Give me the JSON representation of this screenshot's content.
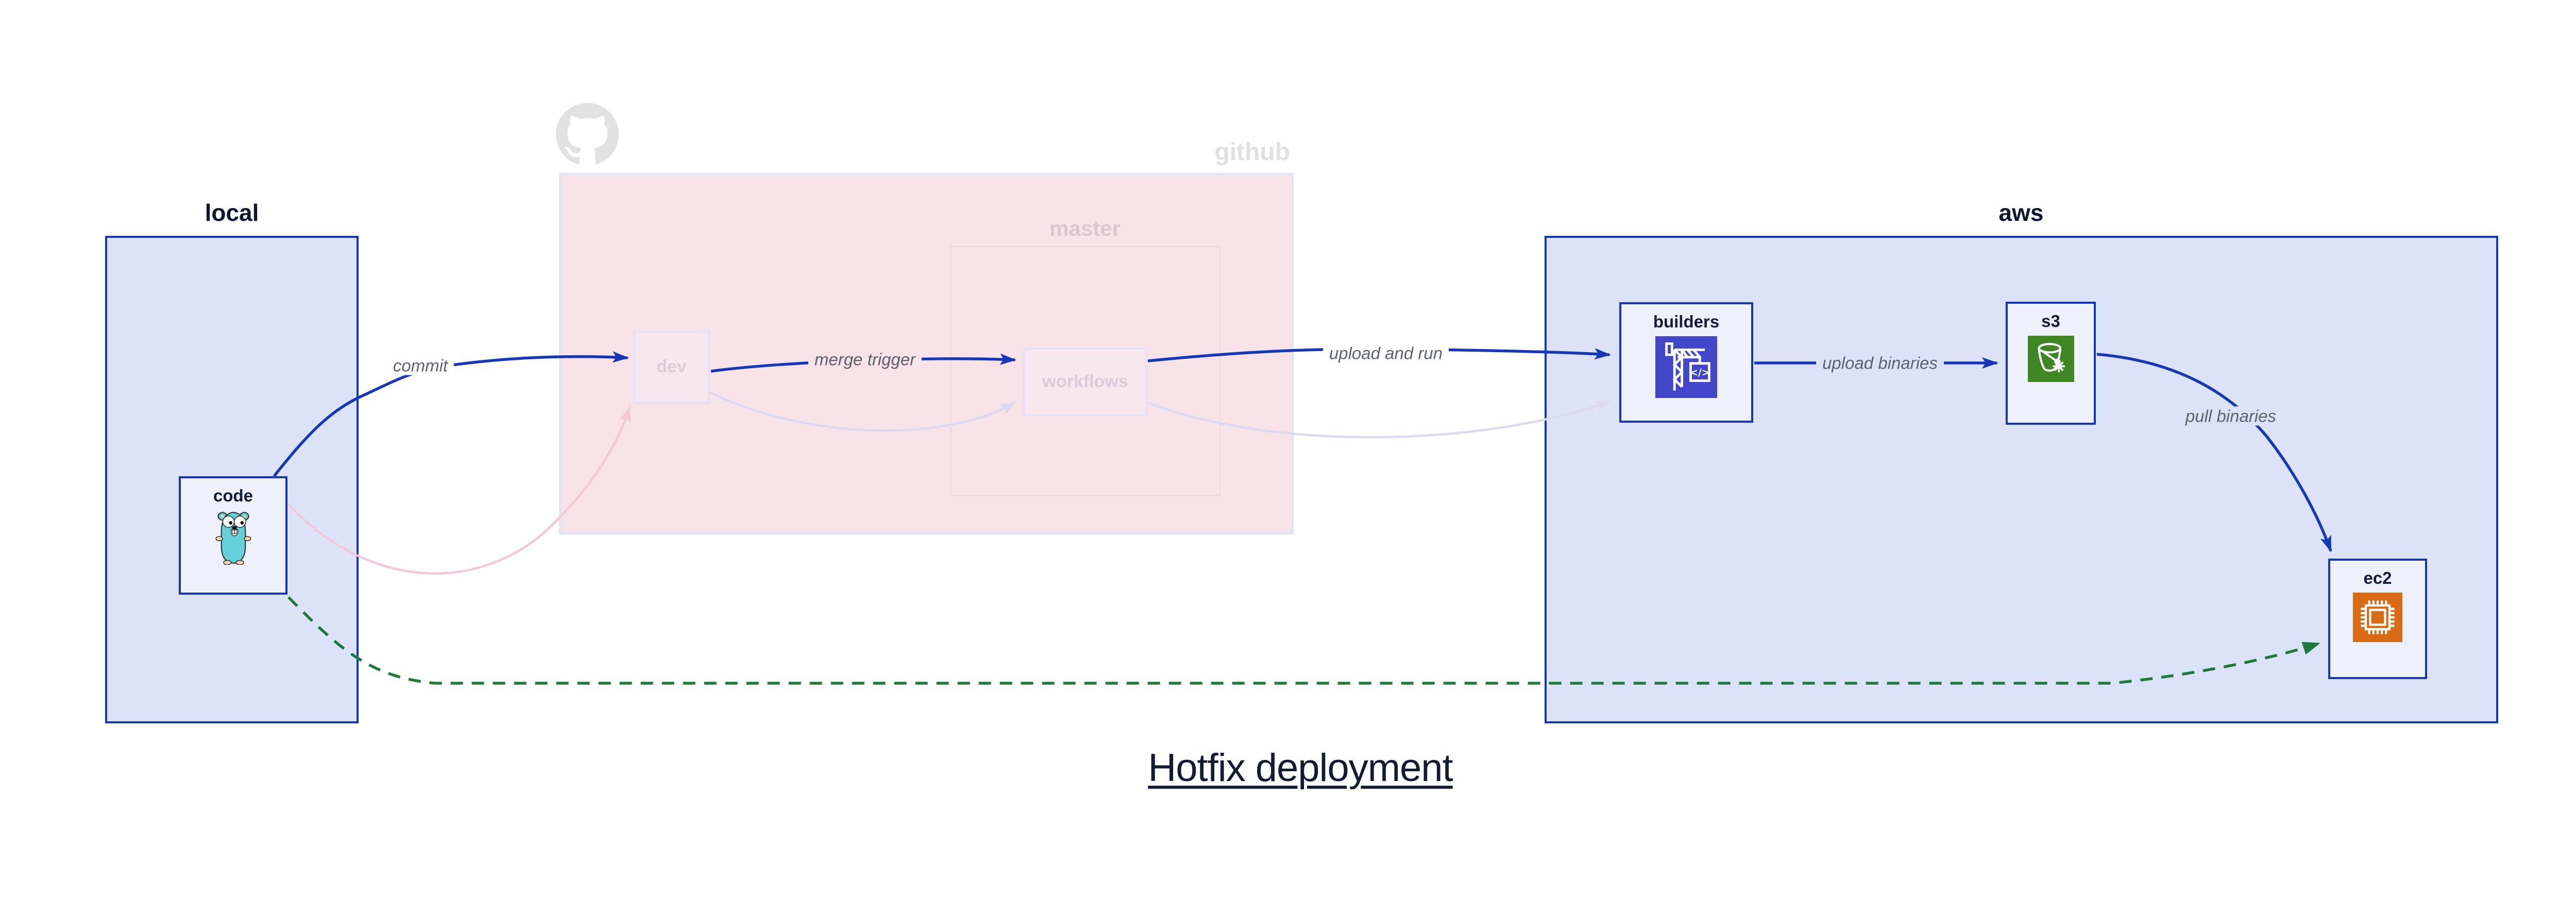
{
  "title": "Hotfix deployment",
  "containers": {
    "local": {
      "label": "local"
    },
    "github": {
      "label": "github"
    },
    "master": {
      "label": "master"
    },
    "aws": {
      "label": "aws"
    }
  },
  "nodes": {
    "code": {
      "label": "code",
      "icon": "go-gopher-icon"
    },
    "dev": {
      "label": "dev"
    },
    "workflows": {
      "label": "workflows"
    },
    "builders": {
      "label": "builders",
      "icon": "codebuild-crane-icon"
    },
    "s3": {
      "label": "s3",
      "icon": "s3-bucket-icon"
    },
    "ec2": {
      "label": "ec2",
      "icon": "ec2-chip-icon"
    }
  },
  "edges": {
    "commit": {
      "label": "commit",
      "from": "code",
      "to": "dev",
      "style": "solid-blue"
    },
    "merge_trigger": {
      "label": "merge trigger",
      "from": "dev",
      "to": "workflows",
      "style": "solid-blue"
    },
    "upload_and_run": {
      "label": "upload and run",
      "from": "workflows",
      "to": "builders",
      "style": "solid-blue"
    },
    "upload_binaries": {
      "label": "upload binaries",
      "from": "builders",
      "to": "s3",
      "style": "solid-blue"
    },
    "pull_binaries": {
      "label": "pull binaries",
      "from": "s3",
      "to": "ec2",
      "style": "solid-blue"
    },
    "hotfix_path": {
      "label": "",
      "from": "code",
      "to": "ec2",
      "style": "dashed-green"
    },
    "faded_code_dev": {
      "label": "",
      "from": "code",
      "to": "dev",
      "style": "faded-pink"
    },
    "faded_dev_workflows": {
      "label": "",
      "from": "dev",
      "to": "workflows",
      "style": "faded-lavender"
    },
    "faded_workflows_builders": {
      "label": "",
      "from": "workflows",
      "to": "builders",
      "style": "faded-lavender"
    }
  },
  "colors": {
    "accent_blue": "#1537b8",
    "container_fill_lavender": "#dce3f8",
    "node_fill": "#eef1fb",
    "github_fill_pink": "#f8e3e9",
    "faded_node_fill": "#f9e7ee",
    "faded_border": "#e7e2f3",
    "green_dashed": "#1e7b3c",
    "faded_pink_edge": "#f2c9d4",
    "faded_lavender_edge": "#dcd9f0",
    "edge_label_gray": "#5d626b",
    "title_navy": "#131a33",
    "codebuild_indigo": "#4247c9",
    "s3_green": "#3f8624",
    "ec2_orange": "#d96b14",
    "gopher_teal": "#63d0da",
    "github_gray": "#e2e2e2"
  }
}
